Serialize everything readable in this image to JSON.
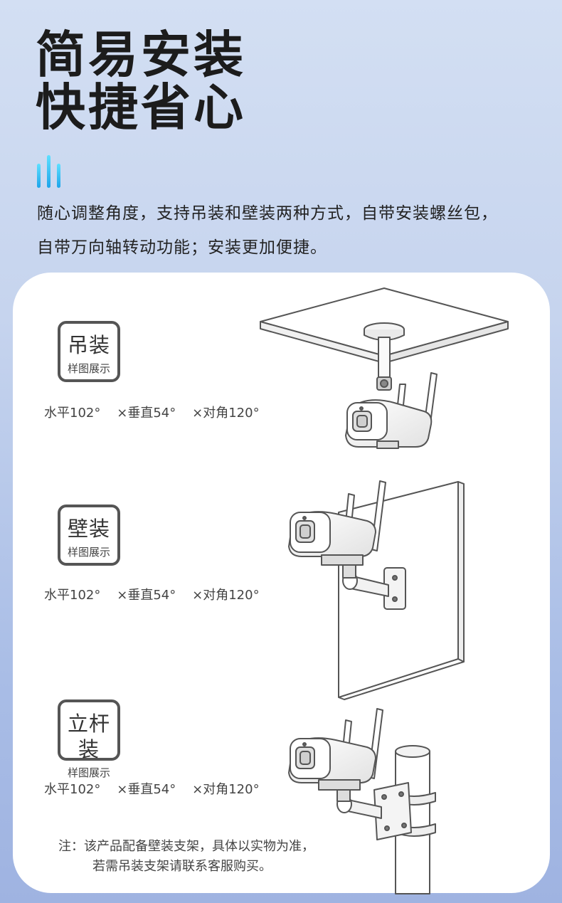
{
  "headline": {
    "line1": "简易安装",
    "line2": "快捷省心"
  },
  "description": {
    "line1": "随心调整角度，支持吊装和壁装两种方式，自带安装螺丝包，",
    "line2": "自带万向轴转动功能；安装更加便捷。"
  },
  "mounts": [
    {
      "title": "吊装",
      "subtitle": "样图展示",
      "specs": [
        "水平102°",
        "×垂直54°",
        "×对角120°"
      ]
    },
    {
      "title": "壁装",
      "subtitle": "样图展示",
      "specs": [
        "水平102°",
        "×垂直54°",
        "×对角120°"
      ]
    },
    {
      "title": "立杆装",
      "subtitle": "样图展示",
      "specs": [
        "水平102°",
        "×垂直54°",
        "×对角120°"
      ]
    }
  ],
  "note": {
    "line1": "注：该产品配备壁装支架，具体以实物为准，",
    "line2": "若需吊装支架请联系客服购买。"
  },
  "colors": {
    "accent": "#1ea4ea",
    "line": "#555555"
  }
}
